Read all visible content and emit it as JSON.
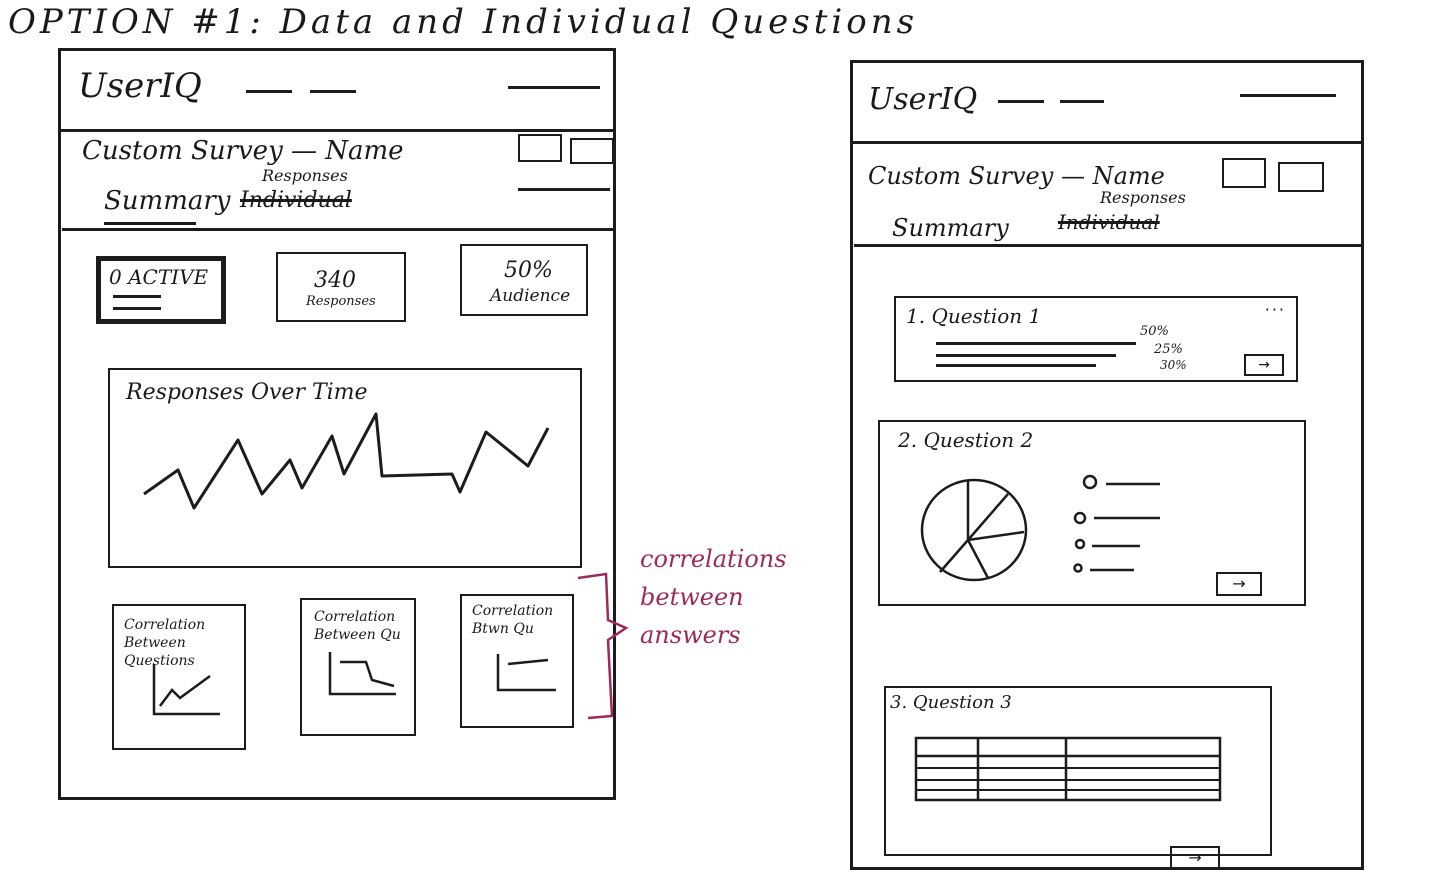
{
  "page_title": "OPTION #1: Data and Individual Questions",
  "left": {
    "logo": "UserIQ",
    "survey_title": "Custom Survey — Name",
    "tabs": {
      "summary": "Summary",
      "responses": "Responses",
      "individual": "Individual"
    },
    "stats": [
      {
        "value": "0 ACTIVE",
        "label": ""
      },
      {
        "value": "340",
        "label": "Responses"
      },
      {
        "value": "50%",
        "label": "Audience"
      }
    ],
    "chart_title": "Responses Over Time",
    "correlations": [
      {
        "label": "Correlation Between Questions"
      },
      {
        "label": "Correlation Between Qu"
      },
      {
        "label": "Correlation Btwn Qu"
      }
    ]
  },
  "annotation": "correlations between answers",
  "right": {
    "logo": "UserIQ",
    "survey_title": "Custom Survey — Name",
    "tabs": {
      "summary": "Summary",
      "responses": "Responses",
      "individual": "Individual"
    },
    "q1": {
      "title": "1. Question 1",
      "stats": [
        "50%",
        "25%",
        "30%"
      ]
    },
    "q2": {
      "title": "2. Question 2"
    },
    "q3": {
      "title": "3. Question 3"
    }
  }
}
